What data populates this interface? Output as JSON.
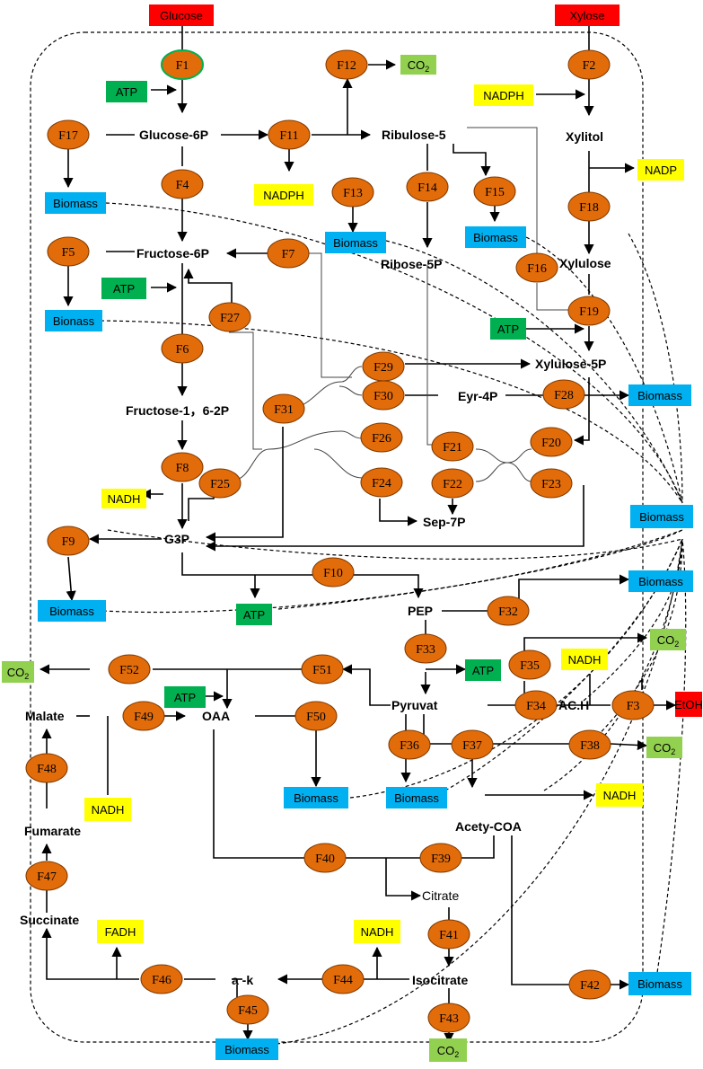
{
  "colors": {
    "flux_fill": "#e36c0a",
    "flux_stroke": "#7f3a00",
    "red_box": "#ff0000",
    "green_box": "#00b050",
    "yellow_box": "#ffff00",
    "blue_box": "#00b0f0",
    "lightgreen_box": "#92d050"
  },
  "fluxes": [
    {
      "id": "F1",
      "label": "F1"
    },
    {
      "id": "F2",
      "label": "F2"
    },
    {
      "id": "F3",
      "label": "F3"
    },
    {
      "id": "F4",
      "label": "F4"
    },
    {
      "id": "F5",
      "label": "F5"
    },
    {
      "id": "F6",
      "label": "F6"
    },
    {
      "id": "F7",
      "label": "F7"
    },
    {
      "id": "F8",
      "label": "F8"
    },
    {
      "id": "F9",
      "label": "F9"
    },
    {
      "id": "F10",
      "label": "F10"
    },
    {
      "id": "F11",
      "label": "F11"
    },
    {
      "id": "F12",
      "label": "F12"
    },
    {
      "id": "F13",
      "label": "F13"
    },
    {
      "id": "F14",
      "label": "F14"
    },
    {
      "id": "F15",
      "label": "F15"
    },
    {
      "id": "F16",
      "label": "F16"
    },
    {
      "id": "F17",
      "label": "F17"
    },
    {
      "id": "F18",
      "label": "F18"
    },
    {
      "id": "F19",
      "label": "F19"
    },
    {
      "id": "F20",
      "label": "F20"
    },
    {
      "id": "F21",
      "label": "F21"
    },
    {
      "id": "F22",
      "label": "F22"
    },
    {
      "id": "F23",
      "label": "F23"
    },
    {
      "id": "F24",
      "label": "F24"
    },
    {
      "id": "F25",
      "label": "F25"
    },
    {
      "id": "F26",
      "label": "F26"
    },
    {
      "id": "F27",
      "label": "F27"
    },
    {
      "id": "F28",
      "label": "F28"
    },
    {
      "id": "F29",
      "label": "F29"
    },
    {
      "id": "F30",
      "label": "F30"
    },
    {
      "id": "F31",
      "label": "F31"
    },
    {
      "id": "F32",
      "label": "F32"
    },
    {
      "id": "F33",
      "label": "F33"
    },
    {
      "id": "F34",
      "label": "F34"
    },
    {
      "id": "F35",
      "label": "F35"
    },
    {
      "id": "F36",
      "label": "F36"
    },
    {
      "id": "F37",
      "label": "F37"
    },
    {
      "id": "F38",
      "label": "F38"
    },
    {
      "id": "F39",
      "label": "F39"
    },
    {
      "id": "F40",
      "label": "F40"
    },
    {
      "id": "F41",
      "label": "F41"
    },
    {
      "id": "F42",
      "label": "F42"
    },
    {
      "id": "F43",
      "label": "F43"
    },
    {
      "id": "F44",
      "label": "F44"
    },
    {
      "id": "F45",
      "label": "F45"
    },
    {
      "id": "F46",
      "label": "F46"
    },
    {
      "id": "F47",
      "label": "F47"
    },
    {
      "id": "F48",
      "label": "F48"
    },
    {
      "id": "F49",
      "label": "F49"
    },
    {
      "id": "F50",
      "label": "F50"
    },
    {
      "id": "F51",
      "label": "F51"
    },
    {
      "id": "F52",
      "label": "F52"
    }
  ],
  "metabolites": {
    "glucose_6p": "Glucose-6P",
    "ribulose_5": "Ribulose-5",
    "xylitol": "Xylitol",
    "fructose_6p": "Fructose-6P",
    "ribose_5p": "Ribose-5P",
    "xylulose": "Xylulose",
    "xylulose_5p": "Xylulose-5P",
    "fructose_16p": "Fructose-1，6-2P",
    "eyr_4p": "Eyr-4P",
    "sep_7p": "Sep-7P",
    "g3p": "G3P",
    "pep": "PEP",
    "pyruvat": "Pyruvat",
    "ach": "AC.H",
    "malate": "Malate",
    "oaa": "OAA",
    "fumarate": "Fumarate",
    "acety_coa": "Acety-COA",
    "citrate": "Citrate",
    "succinate": "Succinate",
    "isocitrate": "Isocitrate",
    "ak": "a -k"
  },
  "boxes": {
    "glucose": "Glucose",
    "xylose": "Xylose",
    "co2": "CO",
    "co2_sub": "2",
    "atp": "ATP",
    "nadph": "NADPH",
    "nadp": "NADP",
    "biomass": "Biomass",
    "bionass": "Bionass",
    "nadh": "NADH",
    "fadh": "FADH",
    "etoh": "EtOH"
  }
}
